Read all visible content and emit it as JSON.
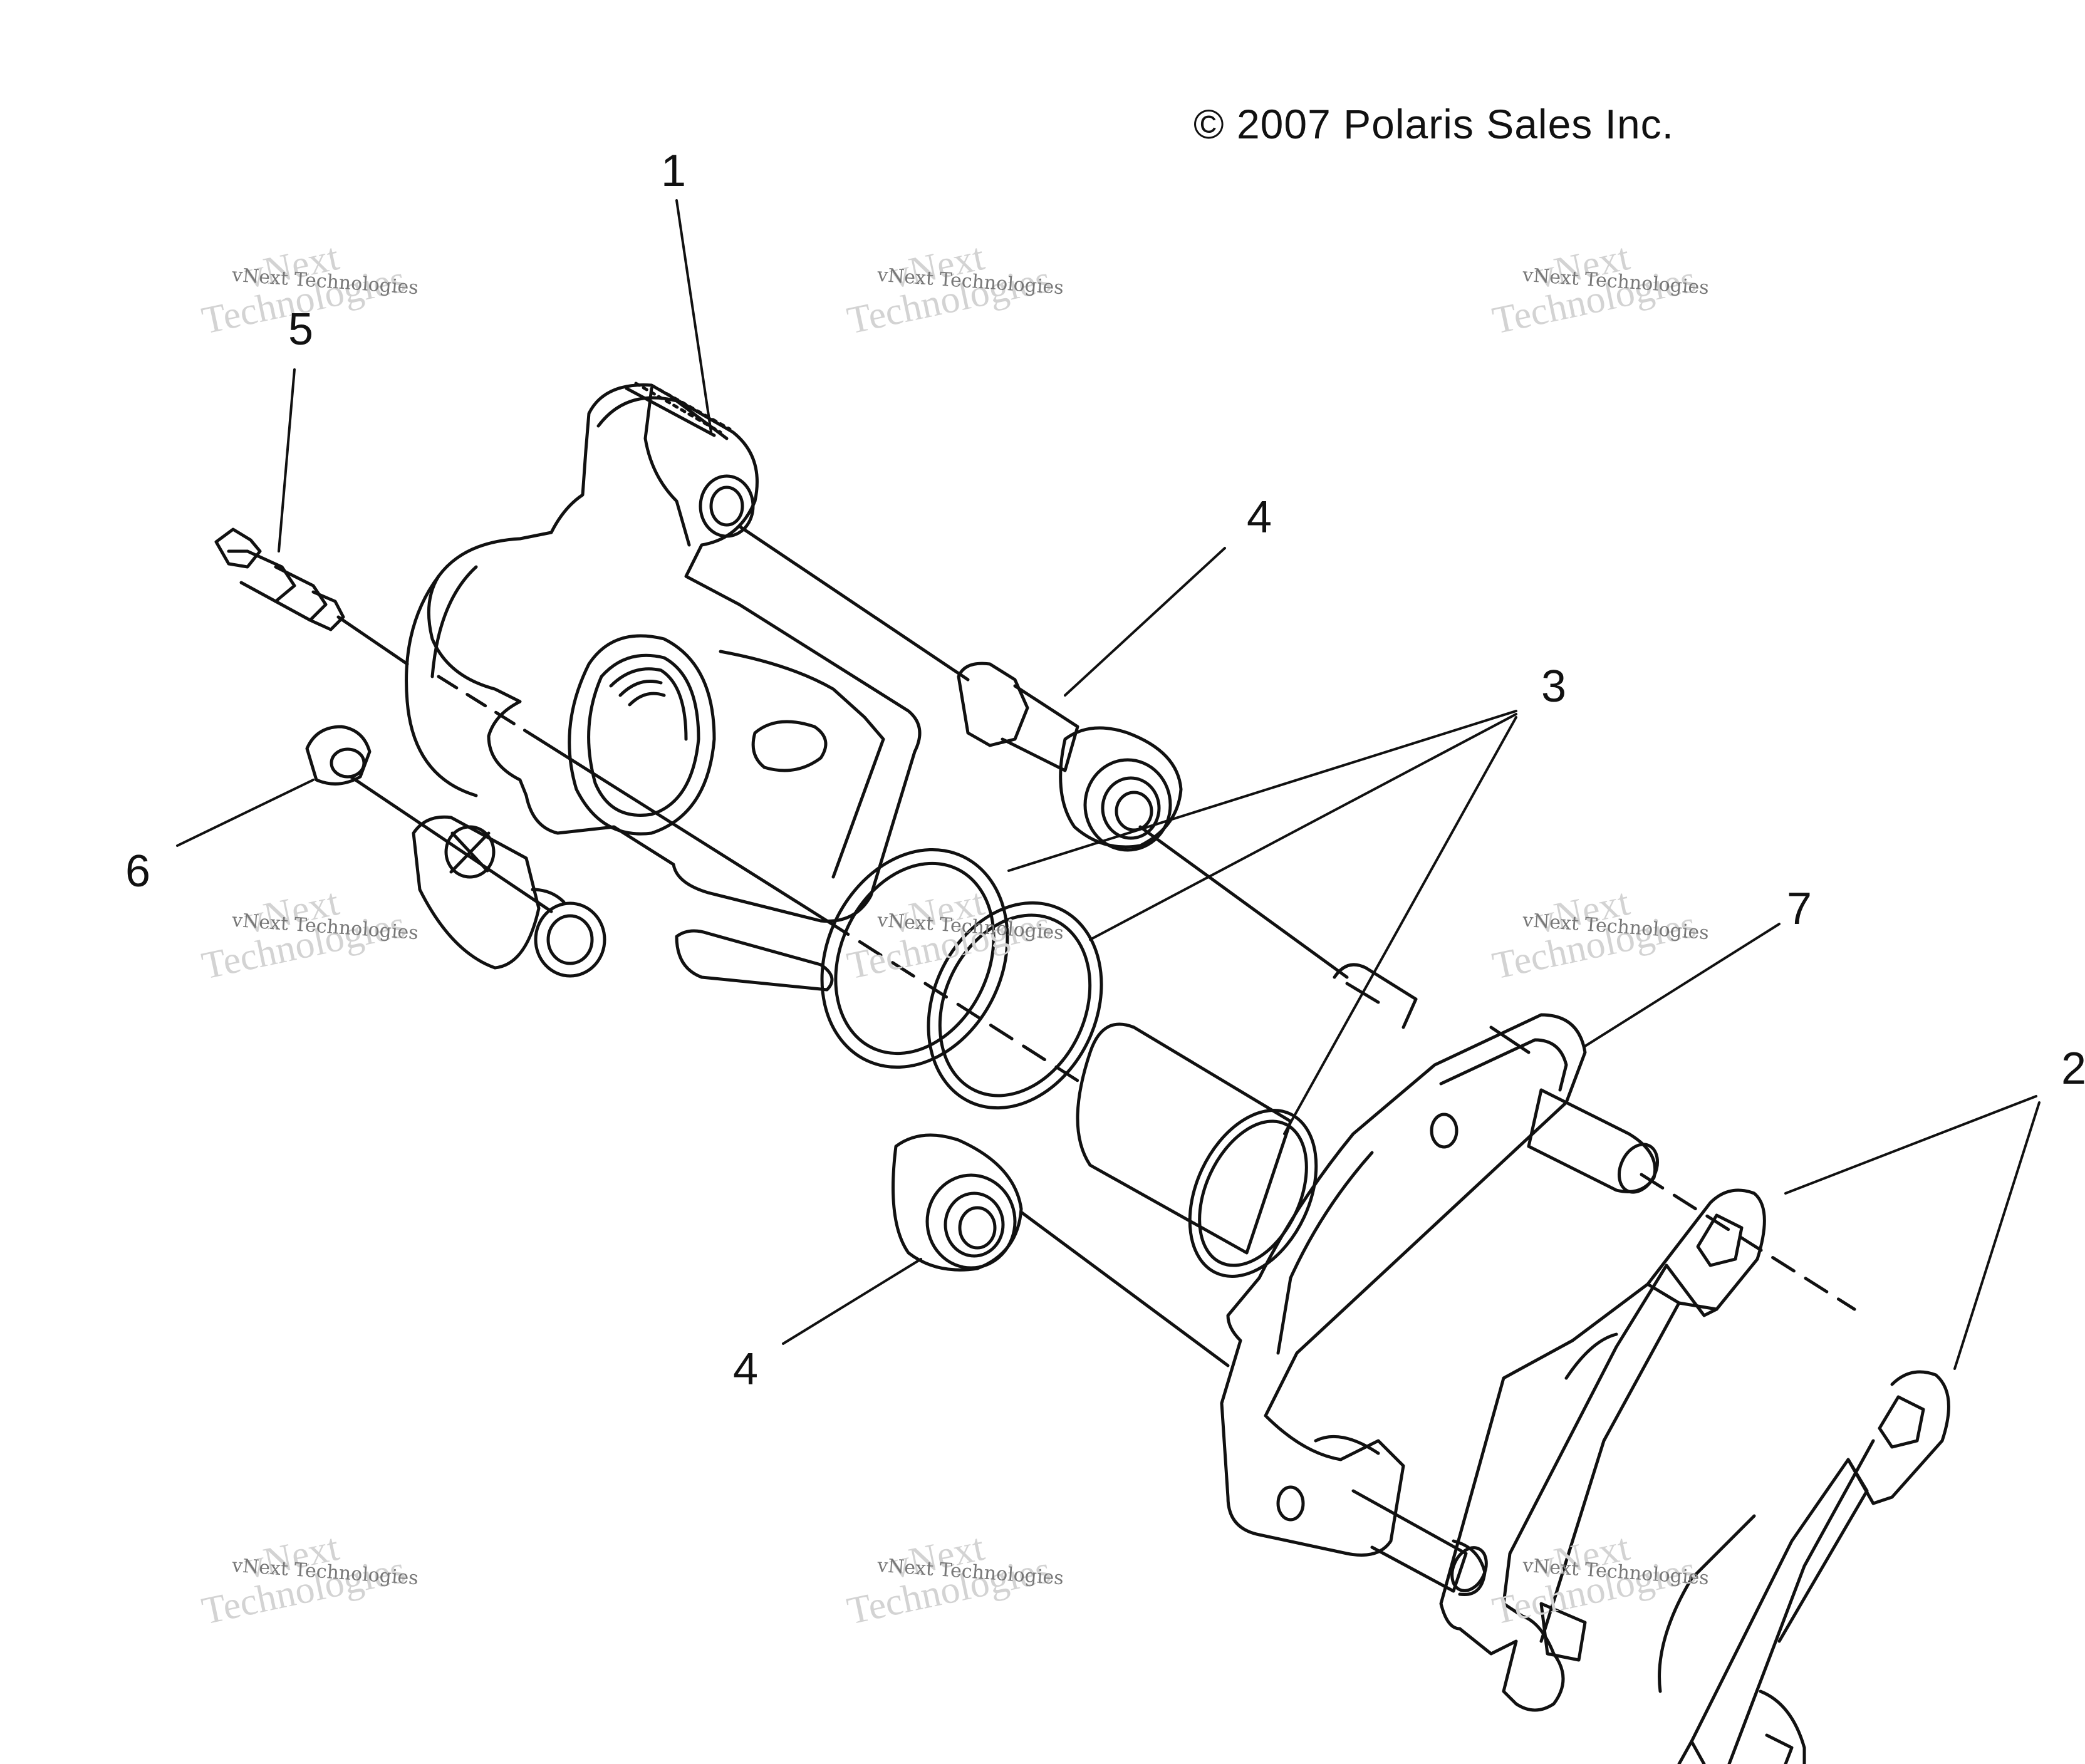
{
  "copyright": "© 2007 Polaris Sales Inc.",
  "callouts": {
    "c1": "1",
    "c2": "2",
    "c3": "3",
    "c4a": "4",
    "c4b": "4",
    "c5": "5",
    "c6": "6",
    "c7": "7"
  },
  "watermark": {
    "line1": "vNext",
    "line2": "Technologies",
    "small": "vNext Technologies"
  },
  "colors": {
    "line": "#111111",
    "watermark": "#cccccc"
  }
}
